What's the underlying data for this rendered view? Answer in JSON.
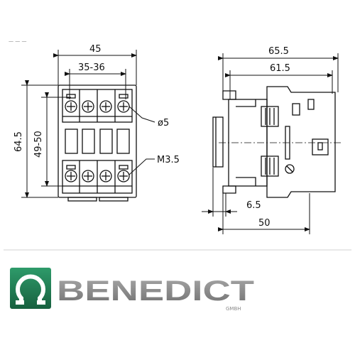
{
  "header_note": "— — —",
  "front_view": {
    "width_overall": "45",
    "width_mounting": "35-36",
    "height_overall": "64.5",
    "height_mounting": "49-50",
    "hole_diameter": "ø5",
    "screw_size": "M3.5"
  },
  "side_view": {
    "depth_overall": "65.5",
    "depth_body": "61.5",
    "rail_offset": "6.5",
    "depth_base": "50"
  },
  "logo": {
    "brand": "BENEDICT",
    "suffix": "GMBH",
    "symbol": "omega-symbol",
    "colors": {
      "green": "#1f7a52",
      "grey": "#8a8a8a"
    }
  }
}
